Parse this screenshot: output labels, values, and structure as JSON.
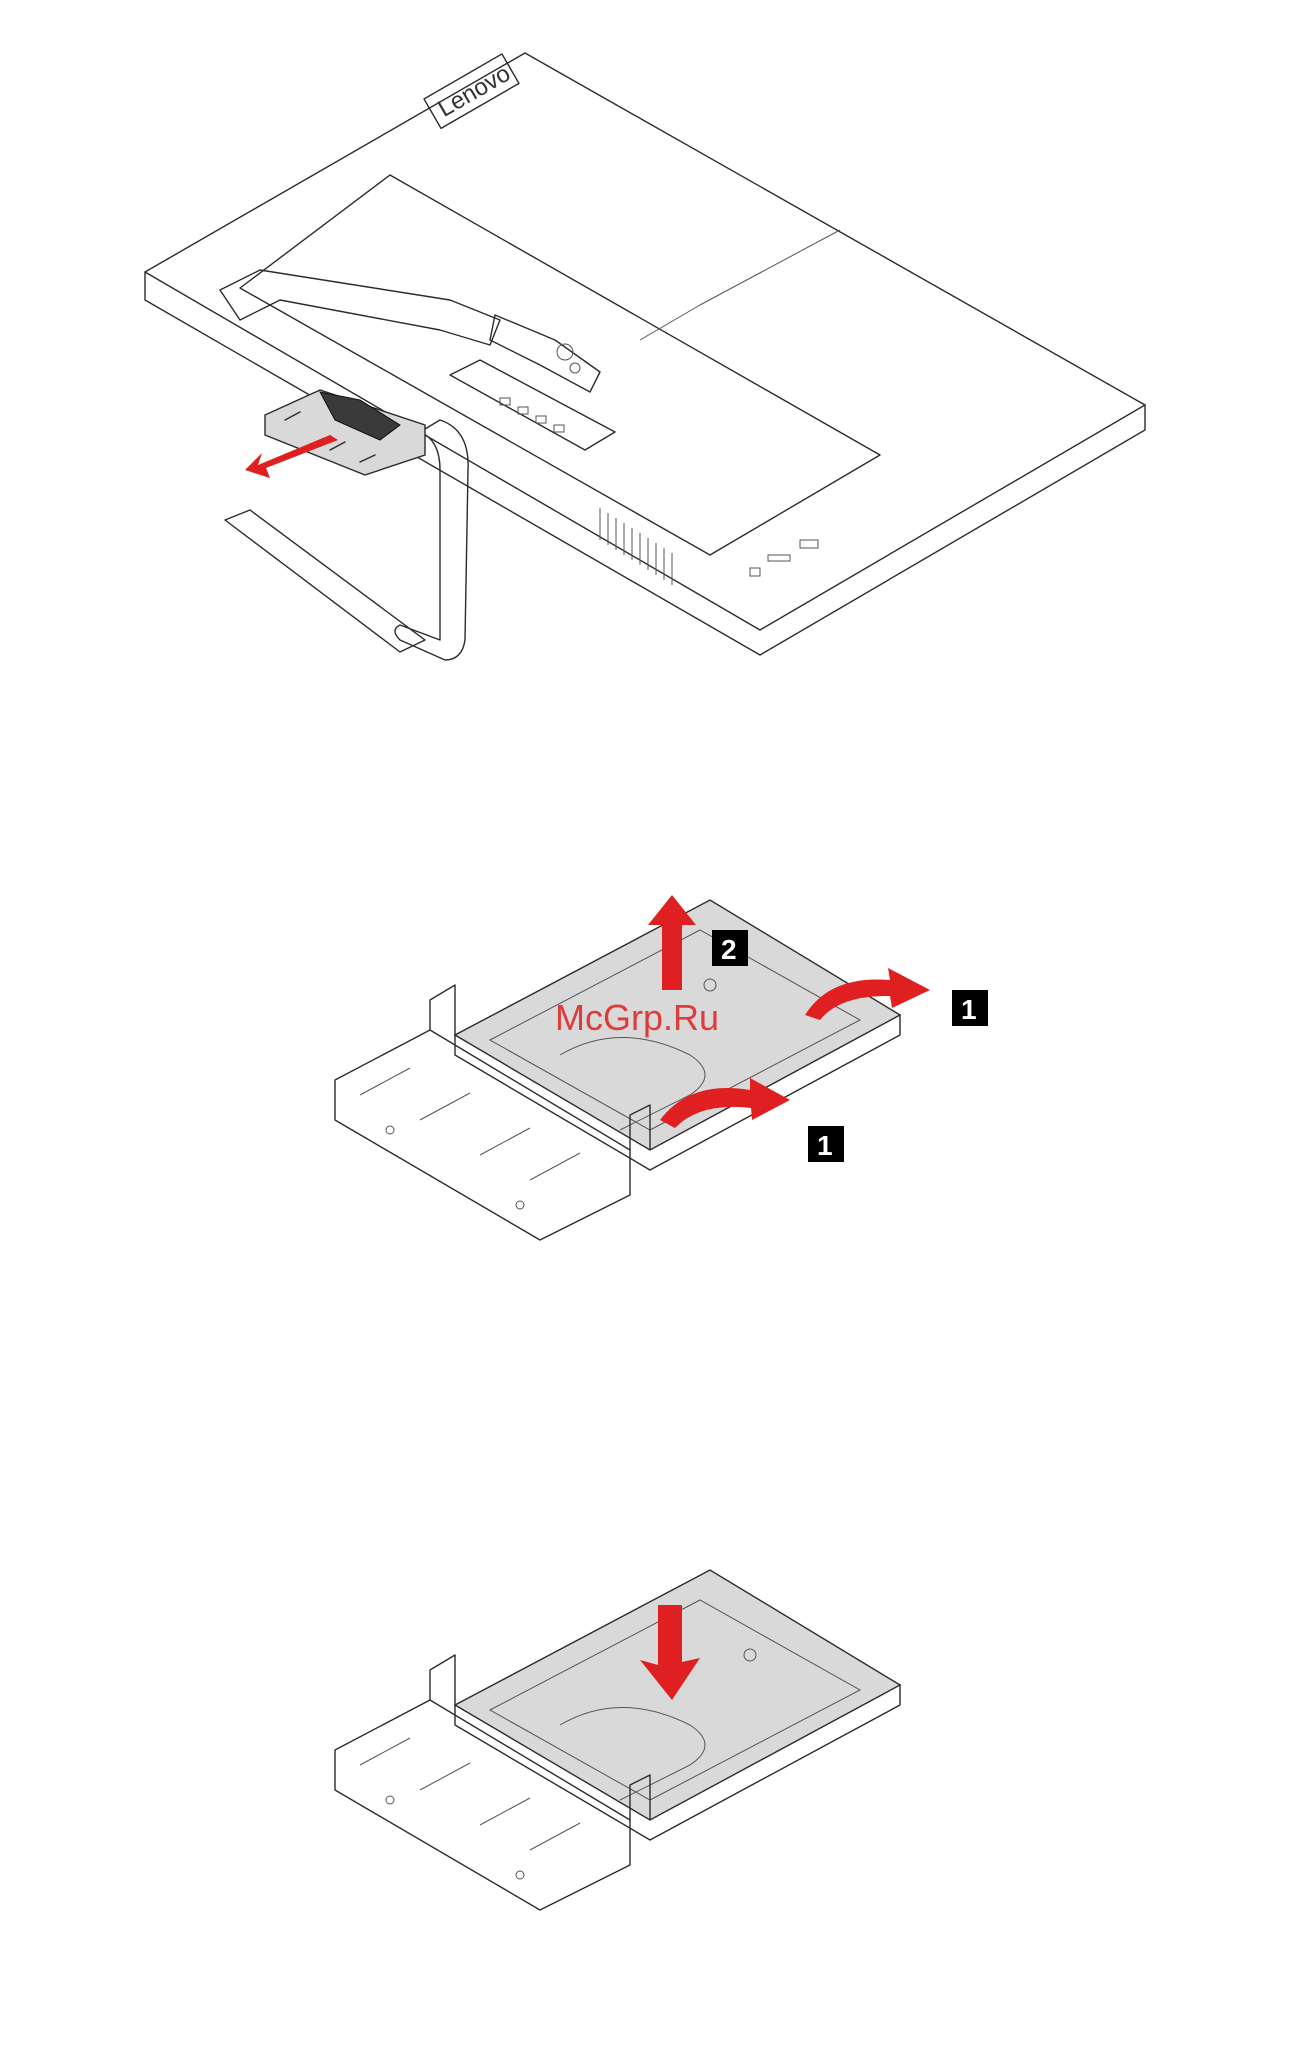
{
  "figure1": {
    "logo": "Lenovo"
  },
  "figure2": {
    "callouts": [
      "2",
      "1",
      "1"
    ],
    "watermark": "McGrp.Ru"
  },
  "figure3": {}
}
